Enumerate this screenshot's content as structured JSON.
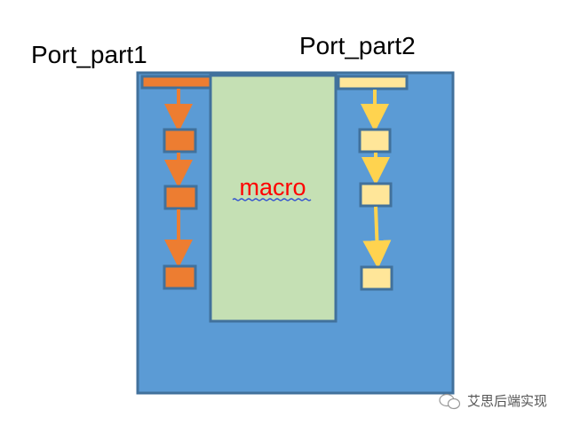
{
  "labels": {
    "port1": "Port_part1",
    "port2": "Port_part2",
    "macro": "macro"
  },
  "watermark": "艾思后端实现",
  "colors": {
    "block": "#5b9bd5",
    "border": "#41719c",
    "macro": "#c5e0b4",
    "port1": "#ed7d31",
    "port2": "#ffe699",
    "arrow2": "#ffd34f",
    "macro_text": "#ff0000"
  }
}
